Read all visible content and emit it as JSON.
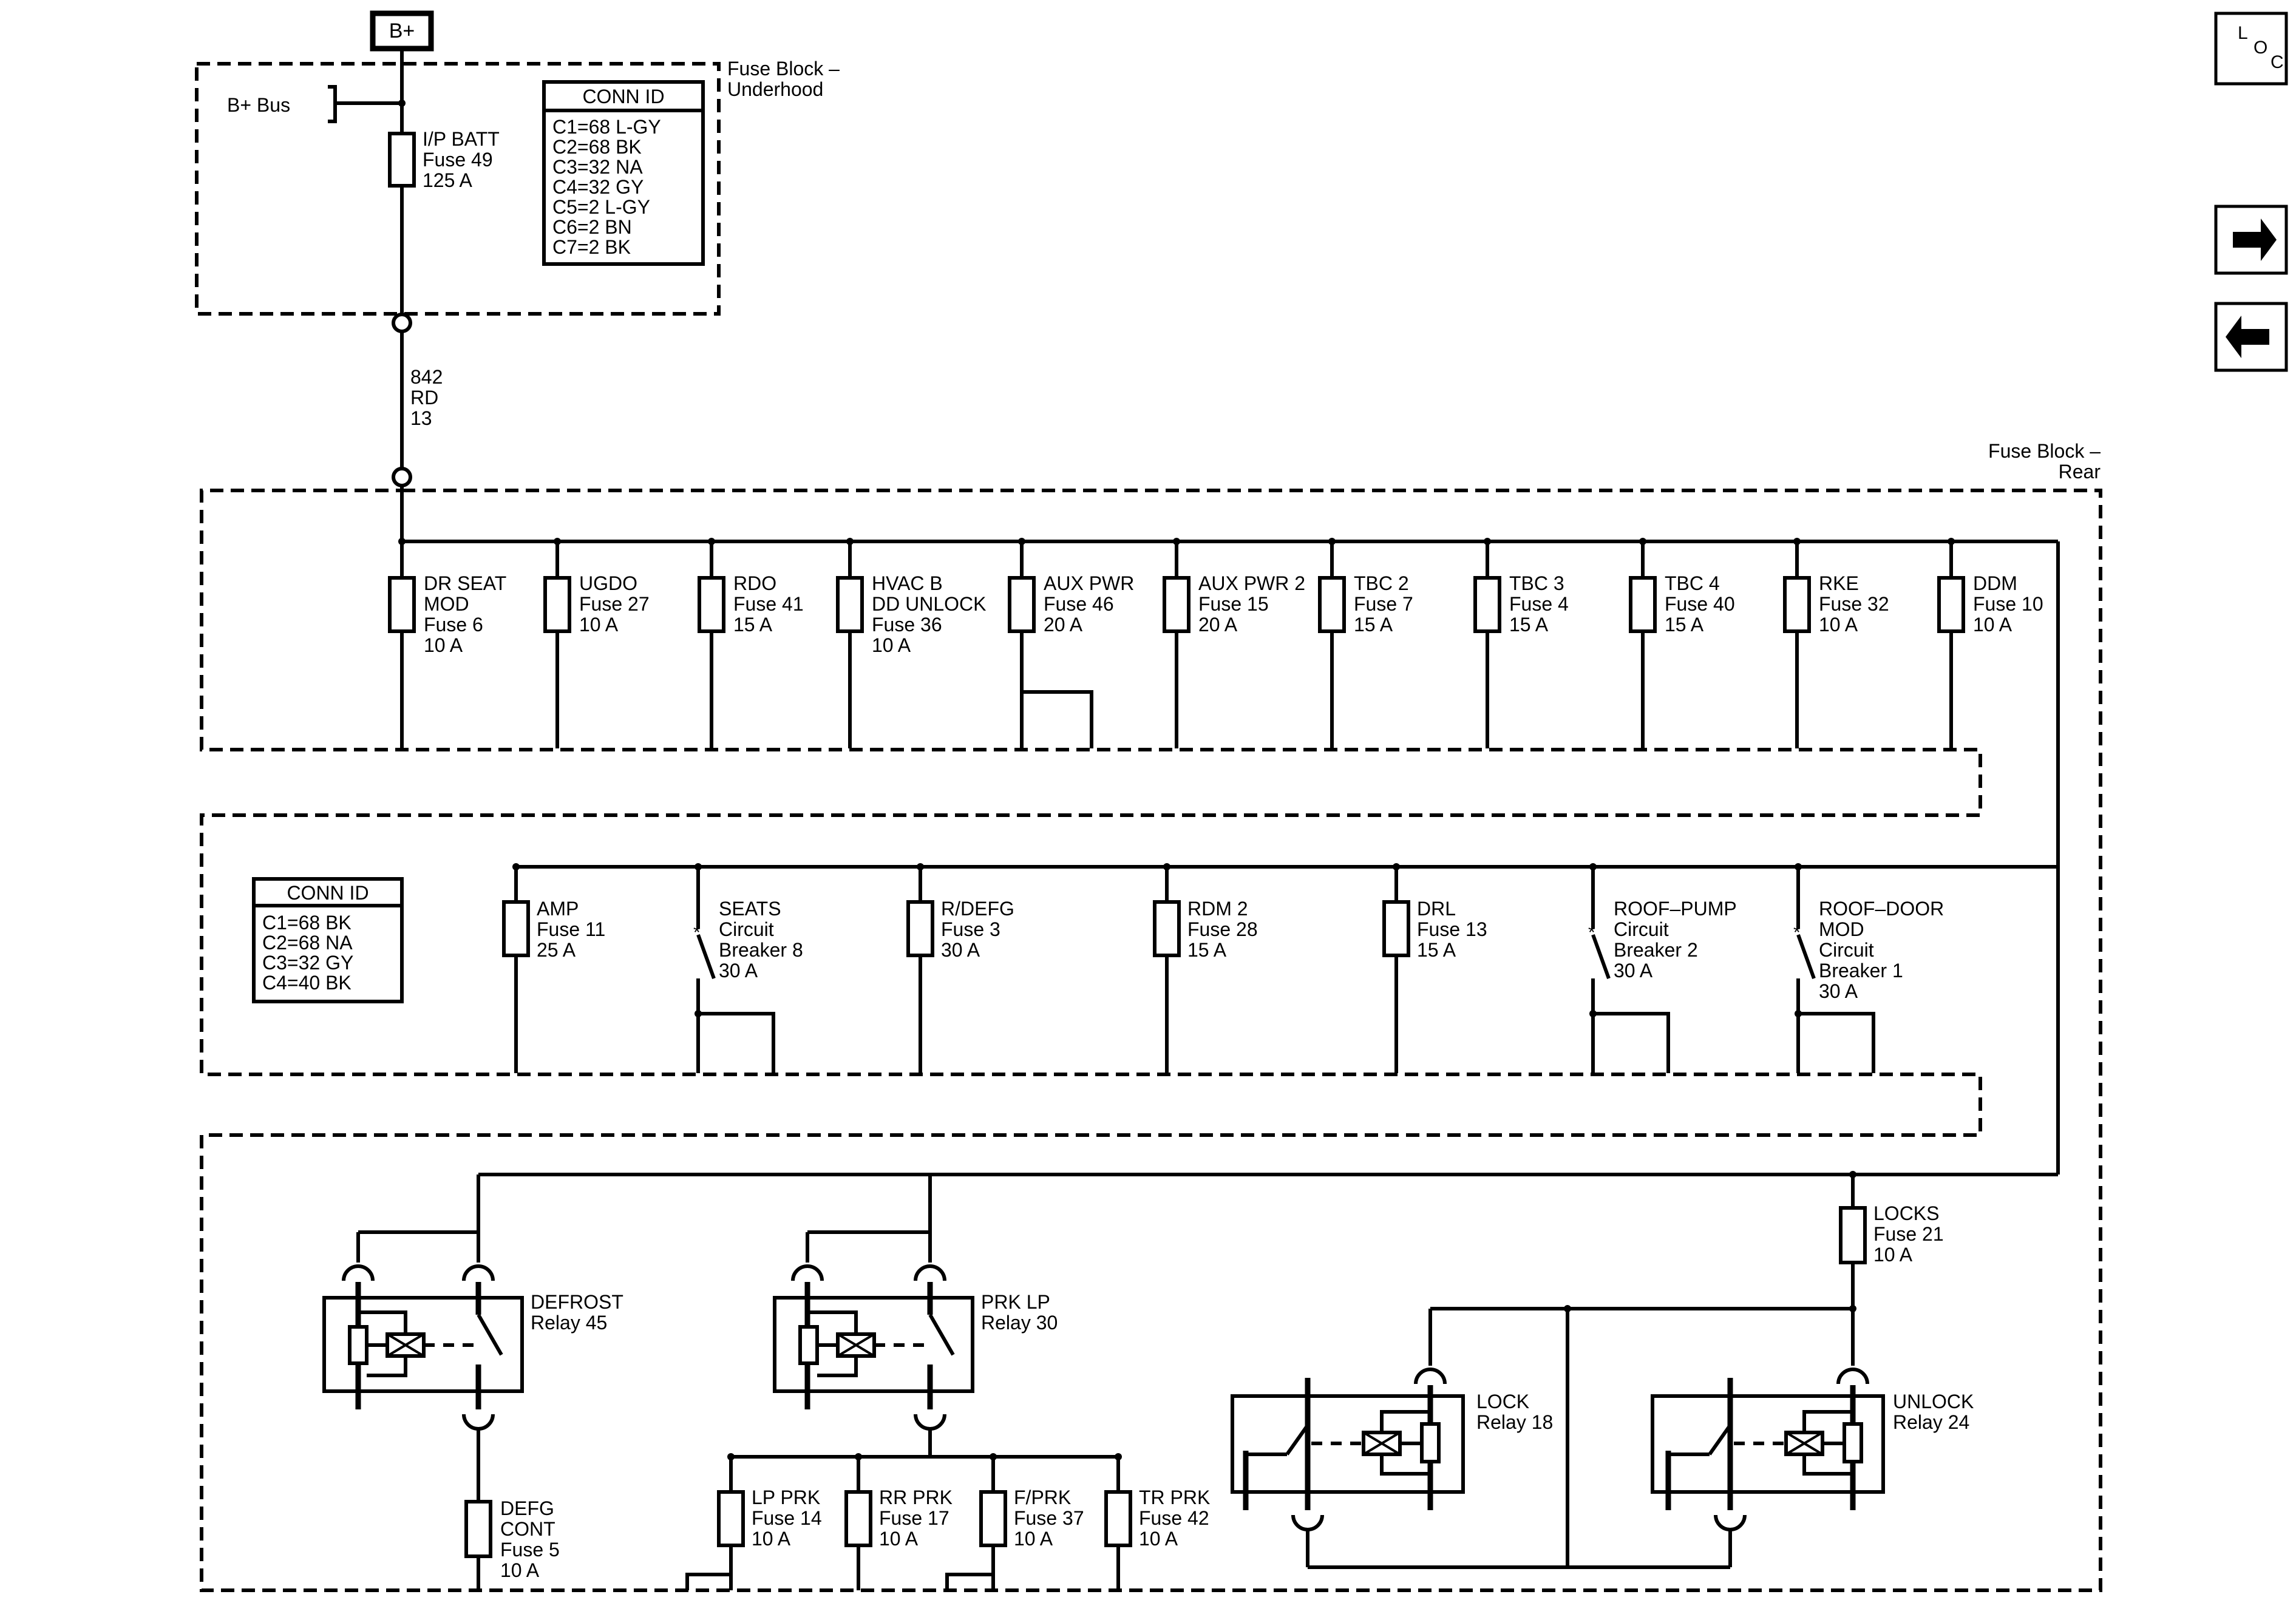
{
  "power_source": {
    "label": "B+"
  },
  "bus_label": "B+ Bus",
  "block_underhood": {
    "title_lines": [
      "Fuse Block –",
      "Underhood"
    ]
  },
  "block_rear": {
    "title_lines": [
      "Fuse Block –",
      "Rear"
    ]
  },
  "ipbatt": {
    "lines": [
      "I/P BATT",
      "Fuse 49",
      "125 A"
    ]
  },
  "wire_842": {
    "lines": [
      "842",
      "RD",
      "13"
    ]
  },
  "conn_id_underhood": {
    "title": "CONN ID",
    "rows": [
      "C1=68 L-GY",
      "C2=68 BK",
      "C3=32 NA",
      "C4=32 GY",
      "C5=2 L-GY",
      "C6=2 BN",
      "C7=2 BK"
    ]
  },
  "conn_id_rear": {
    "title": "CONN ID",
    "rows": [
      "C1=68 BK",
      "C2=68 NA",
      "C3=32 GY",
      "C4=40 BK"
    ]
  },
  "row1_fuses": [
    {
      "lines": [
        "DR SEAT",
        "MOD",
        "Fuse 6",
        "10 A"
      ]
    },
    {
      "lines": [
        "UGDO",
        "Fuse 27",
        "10 A"
      ]
    },
    {
      "lines": [
        "RDO",
        "Fuse 41",
        "15 A"
      ]
    },
    {
      "lines": [
        "HVAC B",
        "DD UNLOCK",
        "Fuse 36",
        "10 A"
      ]
    },
    {
      "lines": [
        "AUX PWR",
        "Fuse 46",
        "20 A"
      ]
    },
    {
      "lines": [
        "AUX PWR 2",
        "Fuse 15",
        "20 A"
      ]
    },
    {
      "lines": [
        "TBC 2",
        "Fuse 7",
        "15 A"
      ]
    },
    {
      "lines": [
        "TBC 3",
        "Fuse 4",
        "15 A"
      ]
    },
    {
      "lines": [
        "TBC 4",
        "Fuse 40",
        "15 A"
      ]
    },
    {
      "lines": [
        "RKE",
        "Fuse 32",
        "10 A"
      ]
    },
    {
      "lines": [
        "DDM",
        "Fuse 10",
        "10 A"
      ]
    }
  ],
  "row2_items": [
    {
      "lines": [
        "AMP",
        "Fuse 11",
        "25 A"
      ]
    },
    {
      "lines": [
        "SEATS",
        "Circuit",
        "Breaker 8",
        "30 A"
      ]
    },
    {
      "lines": [
        "R/DEFG",
        "Fuse 3",
        "30 A"
      ]
    },
    {
      "lines": [
        "RDM 2",
        "Fuse 28",
        "15 A"
      ]
    },
    {
      "lines": [
        "DRL",
        "Fuse 13",
        "15 A"
      ]
    },
    {
      "lines": [
        "ROOF–PUMP",
        "Circuit",
        "Breaker 2",
        "30 A"
      ]
    },
    {
      "lines": [
        "ROOF–DOOR",
        "MOD",
        "Circuit",
        "Breaker 1",
        "30 A"
      ]
    }
  ],
  "relays": [
    {
      "lines": [
        "DEFROST",
        "Relay 45"
      ]
    },
    {
      "lines": [
        "PRK LP",
        "Relay 30"
      ]
    },
    {
      "lines": [
        "LOCK",
        "Relay 18"
      ]
    },
    {
      "lines": [
        "UNLOCK",
        "Relay 24"
      ]
    }
  ],
  "row3_fuses": [
    {
      "lines": [
        "LOCKS",
        "Fuse 21",
        "10 A"
      ]
    },
    {
      "lines": [
        "DEFG",
        "CONT",
        "Fuse 5",
        "10 A"
      ]
    },
    {
      "lines": [
        "LP PRK",
        "Fuse 14",
        "10 A"
      ]
    },
    {
      "lines": [
        "RR PRK",
        "Fuse 17",
        "10 A"
      ]
    },
    {
      "lines": [
        "F/PRK",
        "Fuse 37",
        "10 A"
      ]
    },
    {
      "lines": [
        "TR PRK",
        "Fuse 42",
        "10 A"
      ]
    }
  ],
  "nav": {
    "loc_letters": [
      "L",
      "O",
      "C"
    ],
    "forward_icon": "arrow-right-icon",
    "back_icon": "arrow-left-icon"
  }
}
